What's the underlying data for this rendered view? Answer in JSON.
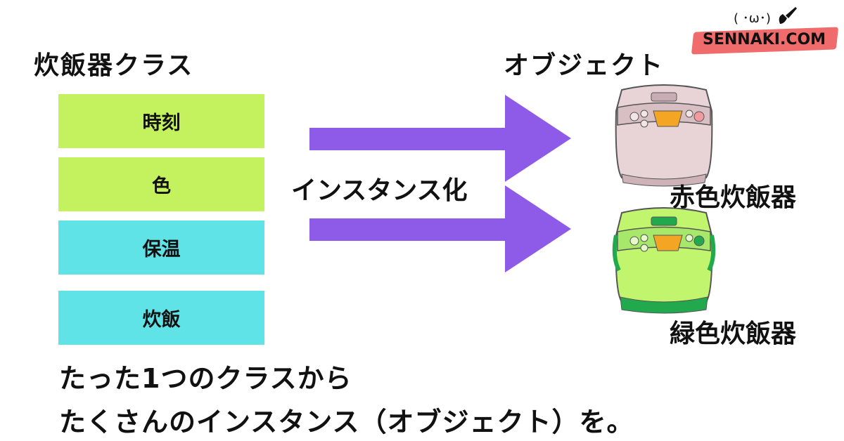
{
  "class_title": "炊飯器クラス",
  "object_title": "オブジェクト",
  "class_fields": [
    "時刻",
    "色",
    "保温",
    "炊飯"
  ],
  "instantiation_label": "インスタンス化",
  "objects": [
    {
      "label": "赤色炊飯器",
      "color": "#e8d3d7"
    },
    {
      "label": "緑色炊飯器",
      "color": "#c1f56e"
    }
  ],
  "caption": {
    "line1": "たった1つのクラスから",
    "line2": "たくさんのインスタンス（オブジェクト）を。"
  },
  "logo": {
    "text": "SENNAKI.COM",
    "face": "( ･ω･)"
  },
  "colors": {
    "field_green": "#c4f15e",
    "field_cyan": "#5fe3e6",
    "arrow": "#8e5be8",
    "logo_band": "#f06b6b"
  },
  "icons": {
    "red_cooker": "rice-cooker-icon",
    "green_cooker": "rice-cooker-icon",
    "arrow": "right-arrow-icon",
    "brush": "paintbrush-icon"
  }
}
